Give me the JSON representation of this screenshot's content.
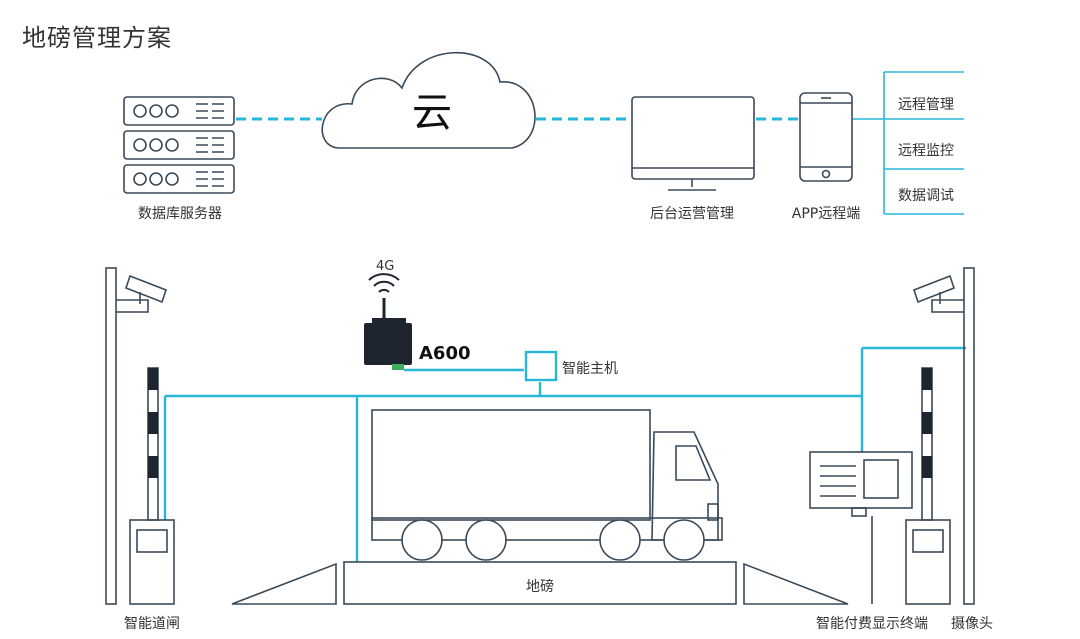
{
  "title": "地磅管理方案",
  "cloud": "云",
  "labels": {
    "db_server": "数据库服务器",
    "backend": "后台运营管理",
    "app": "APP远程端",
    "remote_manage": "远程管理",
    "remote_monitor": "远程监控",
    "data_debug": "数据调试",
    "fourg": "4G",
    "a600": "A600",
    "smart_host": "智能主机",
    "weighbridge": "地磅",
    "smart_gate": "智能道闸",
    "payment_terminal": "智能付费显示终端",
    "camera": "摄像头"
  },
  "colors": {
    "line": "#29b7d9",
    "stroke": "#3a4a58"
  }
}
